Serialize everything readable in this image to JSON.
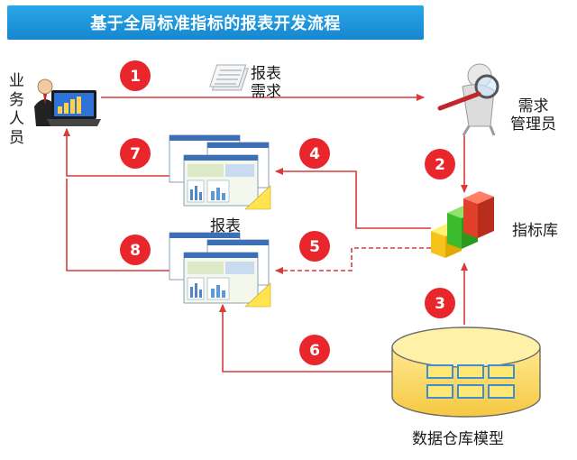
{
  "title": "基于全局标准指标的报表开发流程",
  "labels": {
    "business_staff": "业\n务\n人\n员",
    "report_request": "报表\n需求",
    "demand_manager": "需求\n管理员",
    "indicator_library": "指标库",
    "report": "报表",
    "data_warehouse": "数据仓库模型"
  },
  "steps": [
    "1",
    "2",
    "3",
    "4",
    "5",
    "6",
    "7",
    "8"
  ],
  "colors": {
    "title_bg": "#1e96dc",
    "arrow": "#d93a3a",
    "badge": "#e8262b",
    "cylinder": "#ffe27a",
    "cylinder_stroke": "#6b6b6b"
  }
}
